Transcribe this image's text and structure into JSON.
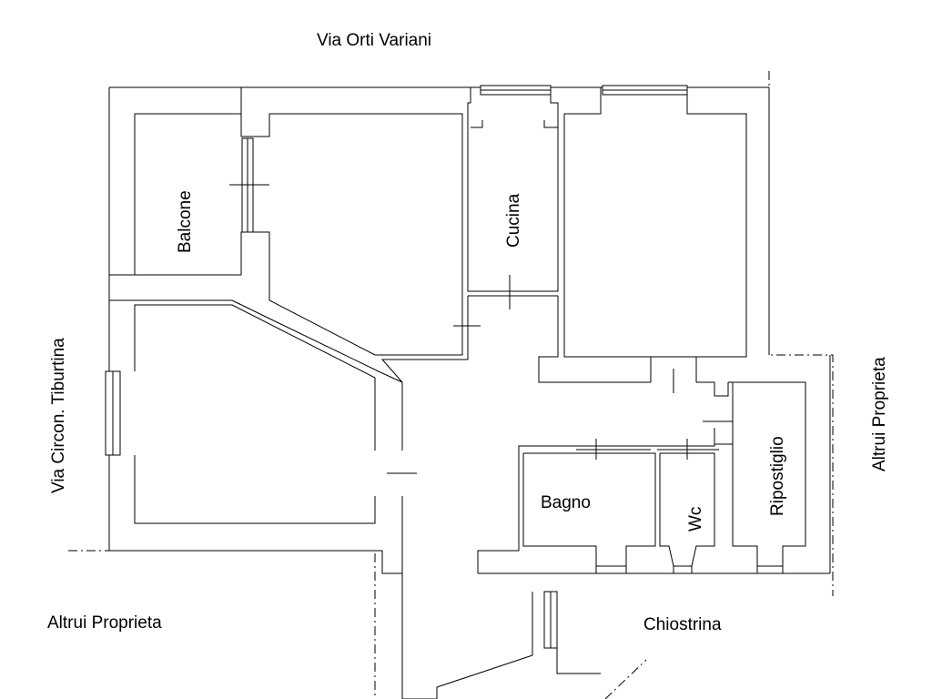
{
  "labels": {
    "street_top": "Via Orti Variani",
    "street_left": "Via Circon. Tiburtina",
    "neighbor_right": "Altrui Proprieta",
    "neighbor_bottom_left": "Altrui Proprieta",
    "courtyard": "Chiostrina",
    "balcone": "Balcone",
    "cucina": "Cucina",
    "bagno": "Bagno",
    "wc": "Wc",
    "ripostiglio": "Ripostiglio"
  }
}
